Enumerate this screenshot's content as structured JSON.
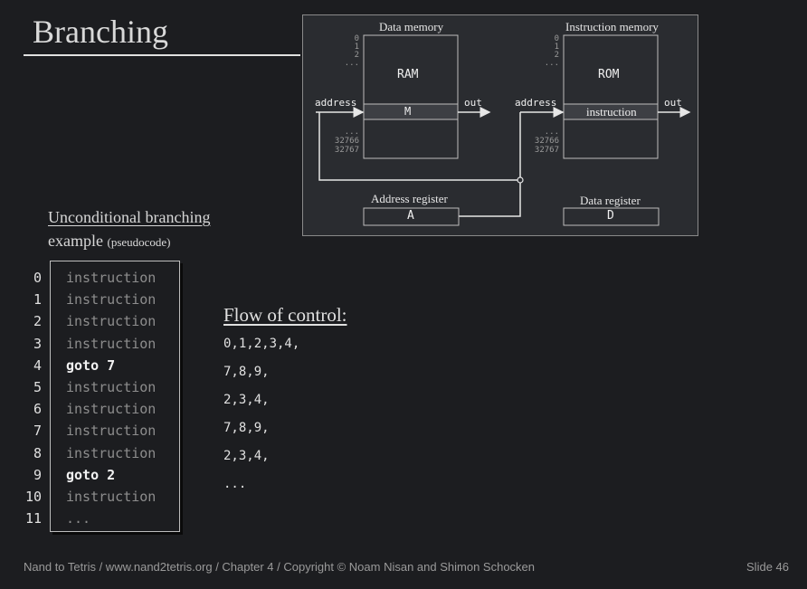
{
  "title": "Branching",
  "diagram": {
    "data_memory_label": "Data memory",
    "instruction_memory_label": "Instruction memory",
    "ram_label": "RAM",
    "rom_label": "ROM",
    "ram_selected": "M",
    "rom_selected": "instruction",
    "addr_top": [
      "0",
      "1",
      "2",
      "..."
    ],
    "addr_bottom": [
      "...",
      "32766",
      "32767"
    ],
    "address_label": "address",
    "out_label": "out",
    "address_register_label": "Address register",
    "data_register_label": "Data register",
    "a_reg": "A",
    "d_reg": "D"
  },
  "example": {
    "heading": "Unconditional branching",
    "subheading": "example",
    "subheading_note": "(pseudocode)"
  },
  "code": [
    {
      "n": "0",
      "text": "instruction",
      "bold": false
    },
    {
      "n": "1",
      "text": "instruction",
      "bold": false
    },
    {
      "n": "2",
      "text": "instruction",
      "bold": false
    },
    {
      "n": "3",
      "text": "instruction",
      "bold": false
    },
    {
      "n": "4",
      "text": "goto 7",
      "bold": true
    },
    {
      "n": "5",
      "text": "instruction",
      "bold": false
    },
    {
      "n": "6",
      "text": "instruction",
      "bold": false
    },
    {
      "n": "7",
      "text": "instruction",
      "bold": false
    },
    {
      "n": "8",
      "text": "instruction",
      "bold": false
    },
    {
      "n": "9",
      "text": "goto 2",
      "bold": true
    },
    {
      "n": "10",
      "text": "instruction",
      "bold": false
    },
    {
      "n": "11",
      "text": "...",
      "bold": false
    }
  ],
  "flow": {
    "title": "Flow of control:",
    "lines": [
      "0,1,2,3,4,",
      "7,8,9,",
      "2,3,4,",
      "7,8,9,",
      "2,3,4,",
      "..."
    ]
  },
  "footer": "Nand to Tetris / www.nand2tetris.org / Chapter 4 / Copyright © Noam Nisan and Shimon Schocken",
  "slide_number": "Slide 46"
}
